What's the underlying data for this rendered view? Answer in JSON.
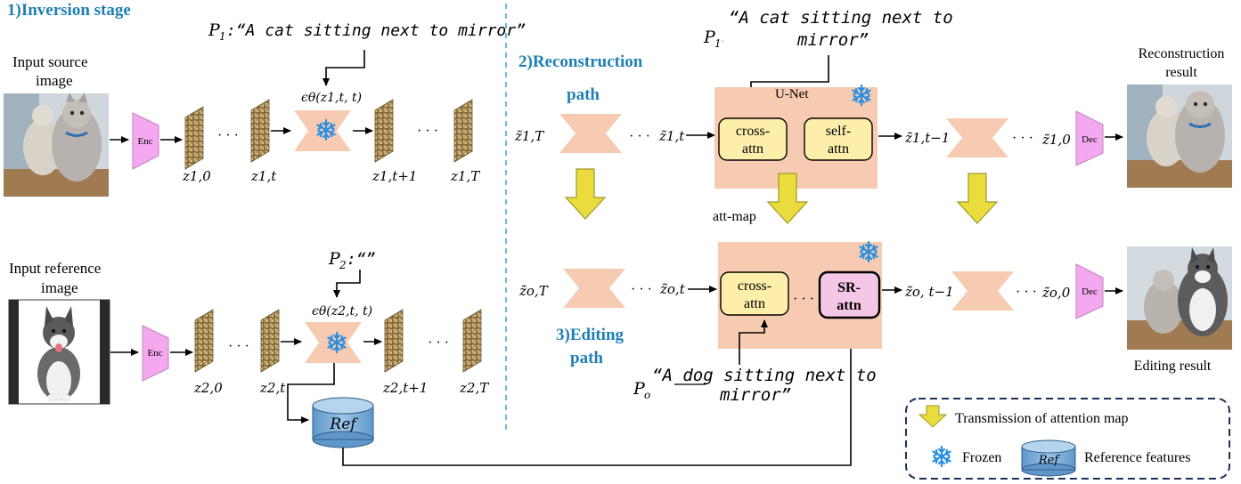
{
  "sections": {
    "inversion_title": "1)Inversion stage",
    "reconstruction_title": "2)Reconstruction",
    "reconstruction_path": "path",
    "editing_title": "3)Editing",
    "editing_path": "path"
  },
  "inversion": {
    "source_label_line1": "Input source",
    "source_label_line2": "image",
    "reference_label_line1": "Input reference",
    "reference_label_line2": "image",
    "prompt1_var": "P",
    "prompt1_sub": "1",
    "prompt1_text": ":“A cat sitting next to mirror”",
    "prompt2_var": "P",
    "prompt2_sub": "2",
    "prompt2_text": ":“”",
    "enc_label": "Enc",
    "eps_top": "ϵθ(z1,t, t)",
    "eps_bottom": "ϵθ(z2,t, t)",
    "z_top": [
      "z1,0",
      "z1,t",
      "z1,t+1",
      "z1,T"
    ],
    "z_bottom": [
      "z2,0",
      "z2,t",
      "z2,t+1",
      "z2,T"
    ],
    "ellipsis": "· · ·",
    "ref_label": "Ref"
  },
  "reconstruction": {
    "prompt_var": "P",
    "prompt_sub": "1",
    "prompt_line1": "“A cat sitting next to",
    "prompt_line2": "mirror”",
    "unet_label": "U-Net",
    "cross_attn_line1": "cross-",
    "cross_attn_line2": "attn",
    "self_attn_line1": "self-",
    "self_attn_line2": "attn",
    "z_in": "z̃1,T",
    "z_mid": "z̃1,t",
    "z_out": "z̃1,t−1",
    "z_final": "z̃1,0",
    "dec_label": "Dec",
    "result_line1": "Reconstruction",
    "result_line2": "result",
    "att_map": "att-map"
  },
  "editing": {
    "prompt_var": "P",
    "prompt_sub": "o",
    "prompt_line1": "“A dog sitting next to",
    "prompt_line2": "mirror”",
    "cross_attn_line1": "cross-",
    "cross_attn_line2": "attn",
    "sr_attn_line1": "SR-",
    "sr_attn_line2": "attn",
    "z_in": "z̃o,T",
    "z_mid": "z̃o,t",
    "z_out": "z̃o, t−1",
    "z_final": "z̃o,0",
    "dec_label": "Dec",
    "result_label": "Editing result"
  },
  "legend": {
    "arrow_label": "Transmission of attention map",
    "frozen_label": "Frozen",
    "ref_icon_label": "Ref",
    "ref_label": "Reference features"
  },
  "colors": {
    "peach": "#f7cbb1",
    "pink": "#f4a8ef",
    "yellow_box": "#fdeeaa",
    "yellow_arrow": "#e9dc3c",
    "sr_box": "#f5c7e6",
    "ref_blue": "#7fb0dc",
    "dashed_divider": "#3aaed8",
    "legend_border": "#1f2f5a",
    "snow": "#2a8fe0"
  }
}
